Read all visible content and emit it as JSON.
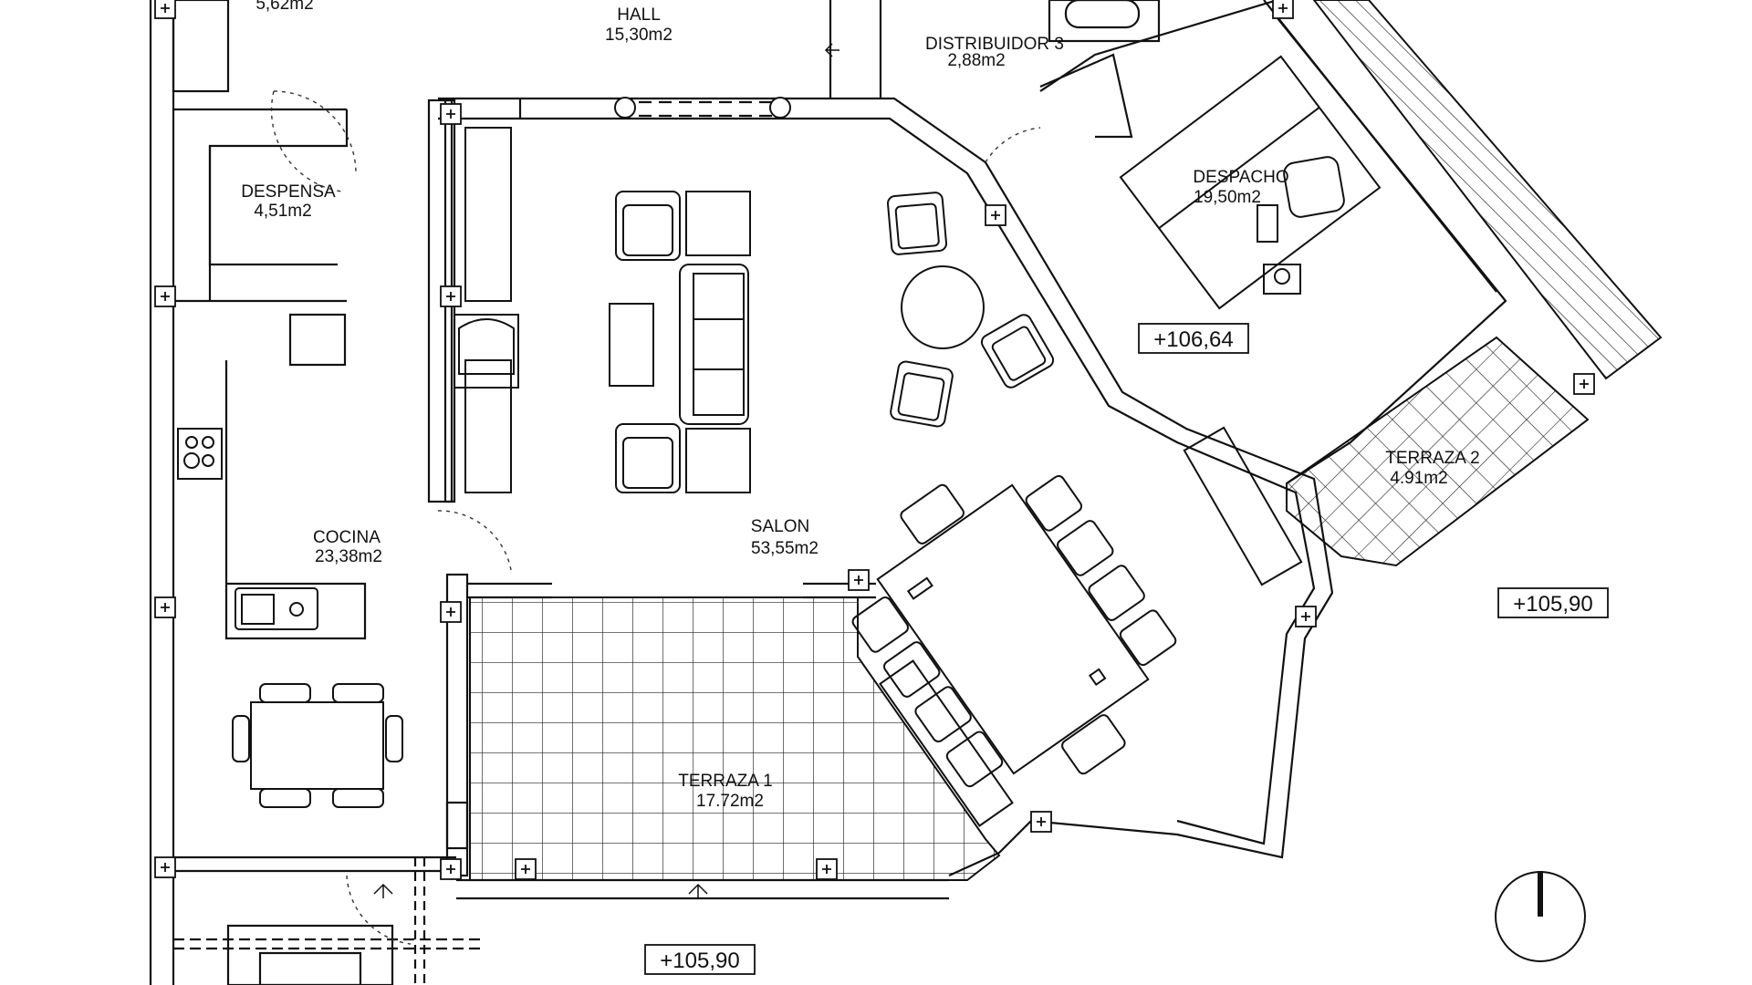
{
  "rooms": {
    "top_left": {
      "area": "5,62m2"
    },
    "hall": {
      "name": "HALL",
      "area": "15,30m2"
    },
    "distribuidor": {
      "name": "DISTRIBUIDOR 3",
      "area": "2,88m2"
    },
    "despensa": {
      "name": "DESPENSA",
      "area": "4,51m2"
    },
    "despacho": {
      "name": "DESPACHO",
      "area": "19,50m2"
    },
    "cocina": {
      "name": "COCINA",
      "area": "23,38m2"
    },
    "salon": {
      "name": "SALON",
      "area": "53,55m2"
    },
    "terraza_1": {
      "name": "TERRAZA 1",
      "area": "17.72m2"
    },
    "terraza_2": {
      "name": "TERRAZA 2",
      "area": "4.91m2"
    }
  },
  "levels": {
    "despacho": "+106,64",
    "exterior_right": "+105,90",
    "exterior_bottom": "+105,90"
  },
  "colors": {
    "line": "#1a1a1a",
    "background": "#ffffff"
  },
  "icons": [
    "north-arrow-icon",
    "column-marker-icon",
    "door-swing-icon",
    "stove-icon",
    "sink-icon",
    "fireplace-icon"
  ]
}
